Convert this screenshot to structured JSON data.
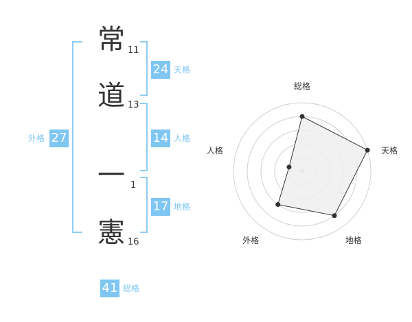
{
  "name": {
    "characters": [
      {
        "char": "常",
        "strokes": "11"
      },
      {
        "char": "道",
        "strokes": "13"
      },
      {
        "char": "一",
        "strokes": "1"
      },
      {
        "char": "憲",
        "strokes": "16"
      }
    ]
  },
  "fortunes": {
    "tenkaku": {
      "value": "24",
      "label": "天格"
    },
    "jinkaku": {
      "value": "14",
      "label": "人格"
    },
    "chikaku": {
      "value": "17",
      "label": "地格"
    },
    "gaikaku": {
      "value": "27",
      "label": "外格"
    },
    "soukaku": {
      "value": "41",
      "label": "総格"
    }
  },
  "colors": {
    "accent": "#7fc6f3",
    "bracket": "#8fcbf5",
    "text": "#333333",
    "radar_fill": "#efefef",
    "radar_ring": "#d0d0d0"
  },
  "chart_data": {
    "type": "radar",
    "axes": [
      "総格",
      "天格",
      "地格",
      "外格",
      "人格"
    ],
    "values": [
      4,
      5,
      4,
      3,
      1
    ],
    "range": [
      0,
      5
    ]
  }
}
